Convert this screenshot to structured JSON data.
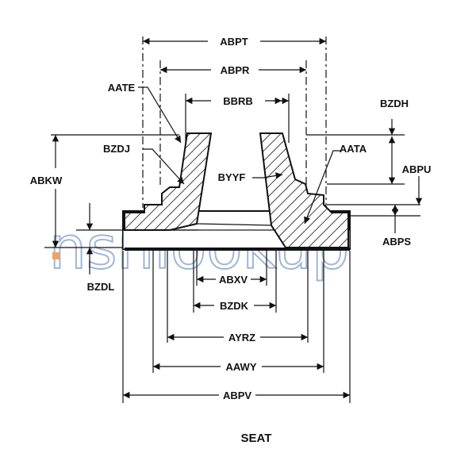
{
  "caption": "SEAT",
  "watermark": "nsnlookup",
  "colors": {
    "ink": "#111111",
    "hatch": "#111111",
    "watermark": "#9fb6d6",
    "watermark_accent": "#f0a35e"
  },
  "labels": {
    "abpt": "ABPT",
    "abpr": "ABPR",
    "aate": "AATE",
    "bbrb": "BBRB",
    "bzdh": "BZDH",
    "bzdj": "BZDJ",
    "aata": "AATA",
    "abkw": "ABKW",
    "byyf": "BYYF",
    "abpu": "ABPU",
    "abps": "ABPS",
    "bzdl": "BZDL",
    "abxv": "ABXV",
    "bzdk": "BZDK",
    "ayrz": "AYRZ",
    "aawy": "AAWY",
    "abpv": "ABPV"
  }
}
